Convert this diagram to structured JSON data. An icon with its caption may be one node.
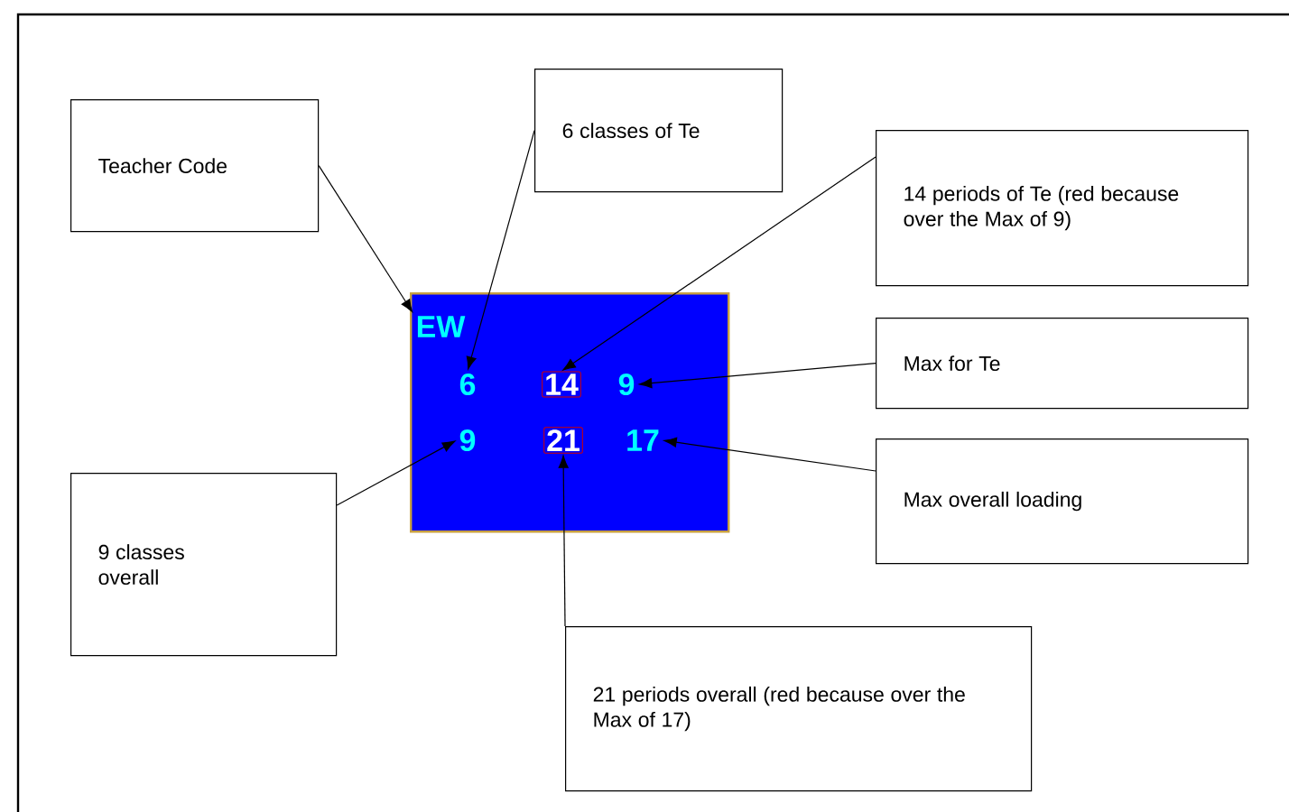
{
  "diagram": {
    "nodes": [
      {
        "text": [
          "Teacher Code"
        ]
      },
      {
        "text": [
          "6 classes of Te"
        ]
      },
      {
        "text": [
          "14 periods of Te (red because over the Max of 9)"
        ]
      },
      {
        "text": [
          "Max for Te"
        ]
      },
      {
        "text": [
          "Max overall loading"
        ]
      },
      {
        "text": [
          "9 classes overall"
        ]
      },
      {
        "text": [
          "21 periods overall (red because over the Max of 17)"
        ]
      },
      {
        "text": [],
        "shape": "box"
      },
      {
        "text": [
          "EW"
        ],
        "in": 7
      },
      {
        "text": [
          "6"
        ],
        "in": 7
      },
      {
        "text": [
          "14"
        ],
        "in": 7
      },
      {
        "text": [
          "9"
        ],
        "in": 7
      },
      {
        "text": [
          "9"
        ],
        "in": 7
      },
      {
        "text": [
          "21"
        ],
        "in": 7
      },
      {
        "text": [
          "17"
        ],
        "in": 7
      }
    ],
    "edges": [
      {
        "from": 0,
        "to": 8,
        "arrow": "to"
      },
      {
        "from": 1,
        "to": 9,
        "arrow": "to"
      },
      {
        "from": 2,
        "to": 10,
        "arrow": "to"
      },
      {
        "from": 3,
        "to": 11,
        "arrow": "to"
      },
      {
        "from": 4,
        "to": 14,
        "arrow": "to"
      },
      {
        "from": 5,
        "to": 12,
        "arrow": "to"
      },
      {
        "from": 6,
        "to": 13,
        "arrow": "to"
      }
    ]
  }
}
